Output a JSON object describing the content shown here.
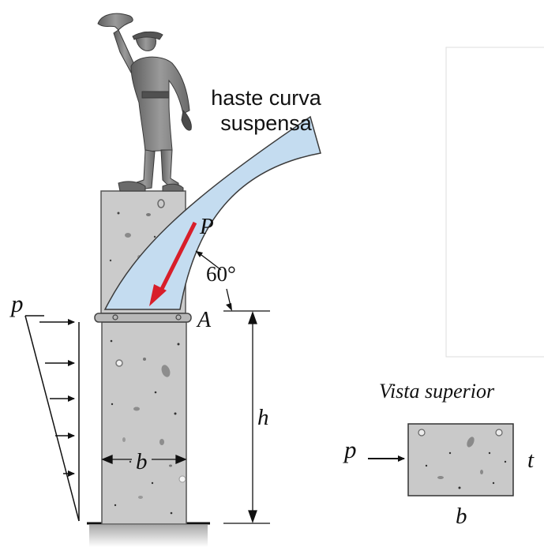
{
  "callout": {
    "line1": "haste curva",
    "line2": "suspensa"
  },
  "labels": {
    "force": "P",
    "angle": "60°",
    "point": "A",
    "height": "h",
    "width": "b",
    "load": "p",
    "thickness": "t",
    "top_view_title": "Vista superior",
    "top_view_load": "p",
    "top_view_width": "b"
  },
  "colors": {
    "concrete": "#c9c9c9",
    "rod_fill": "#c4dcf0",
    "force_arrow": "#d81e2a",
    "line": "#111111"
  }
}
